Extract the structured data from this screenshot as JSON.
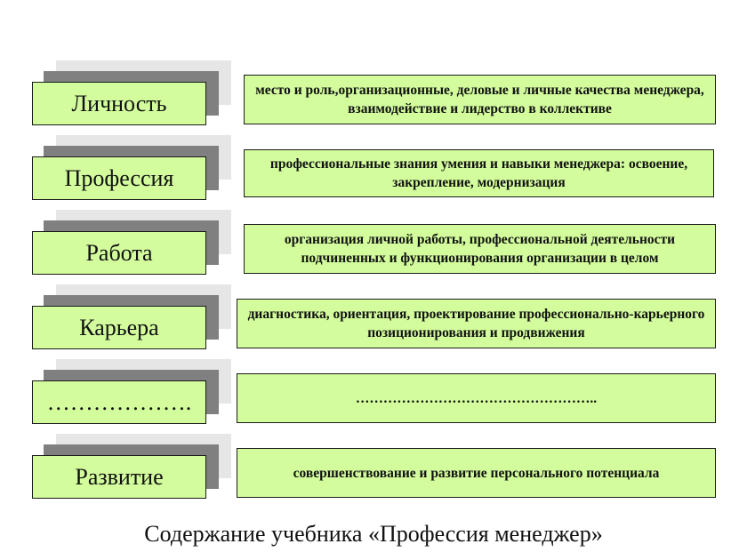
{
  "rows": [
    {
      "label": "Личность",
      "description": "место и роль,организационные, деловые и личные качества менеджера, взаимодействие и лидерство в коллективе"
    },
    {
      "label": "Профессия",
      "description": "профессиональные знания умения и навыки менеджера: освоение, закрепление, модернизация"
    },
    {
      "label": "Работа",
      "description": "организация личной работы, профессиональной деятельности подчиненных и функционирования организации в целом"
    },
    {
      "label": "Карьера",
      "description": "диагностика, ориентация, проектирование профессионально-карьерного позиционирования и продвижения"
    },
    {
      "label": "……………….",
      "description": "…………………………………………….."
    },
    {
      "label": "Развитие",
      "description": "совершенствование и развитие персонального потенциала"
    }
  ],
  "caption": "Содержание учебника «Профессия менеджер»",
  "colors": {
    "box": "#d3fd9d",
    "shadow_dark": "#808080",
    "shadow_light": "#e6e6e6"
  }
}
